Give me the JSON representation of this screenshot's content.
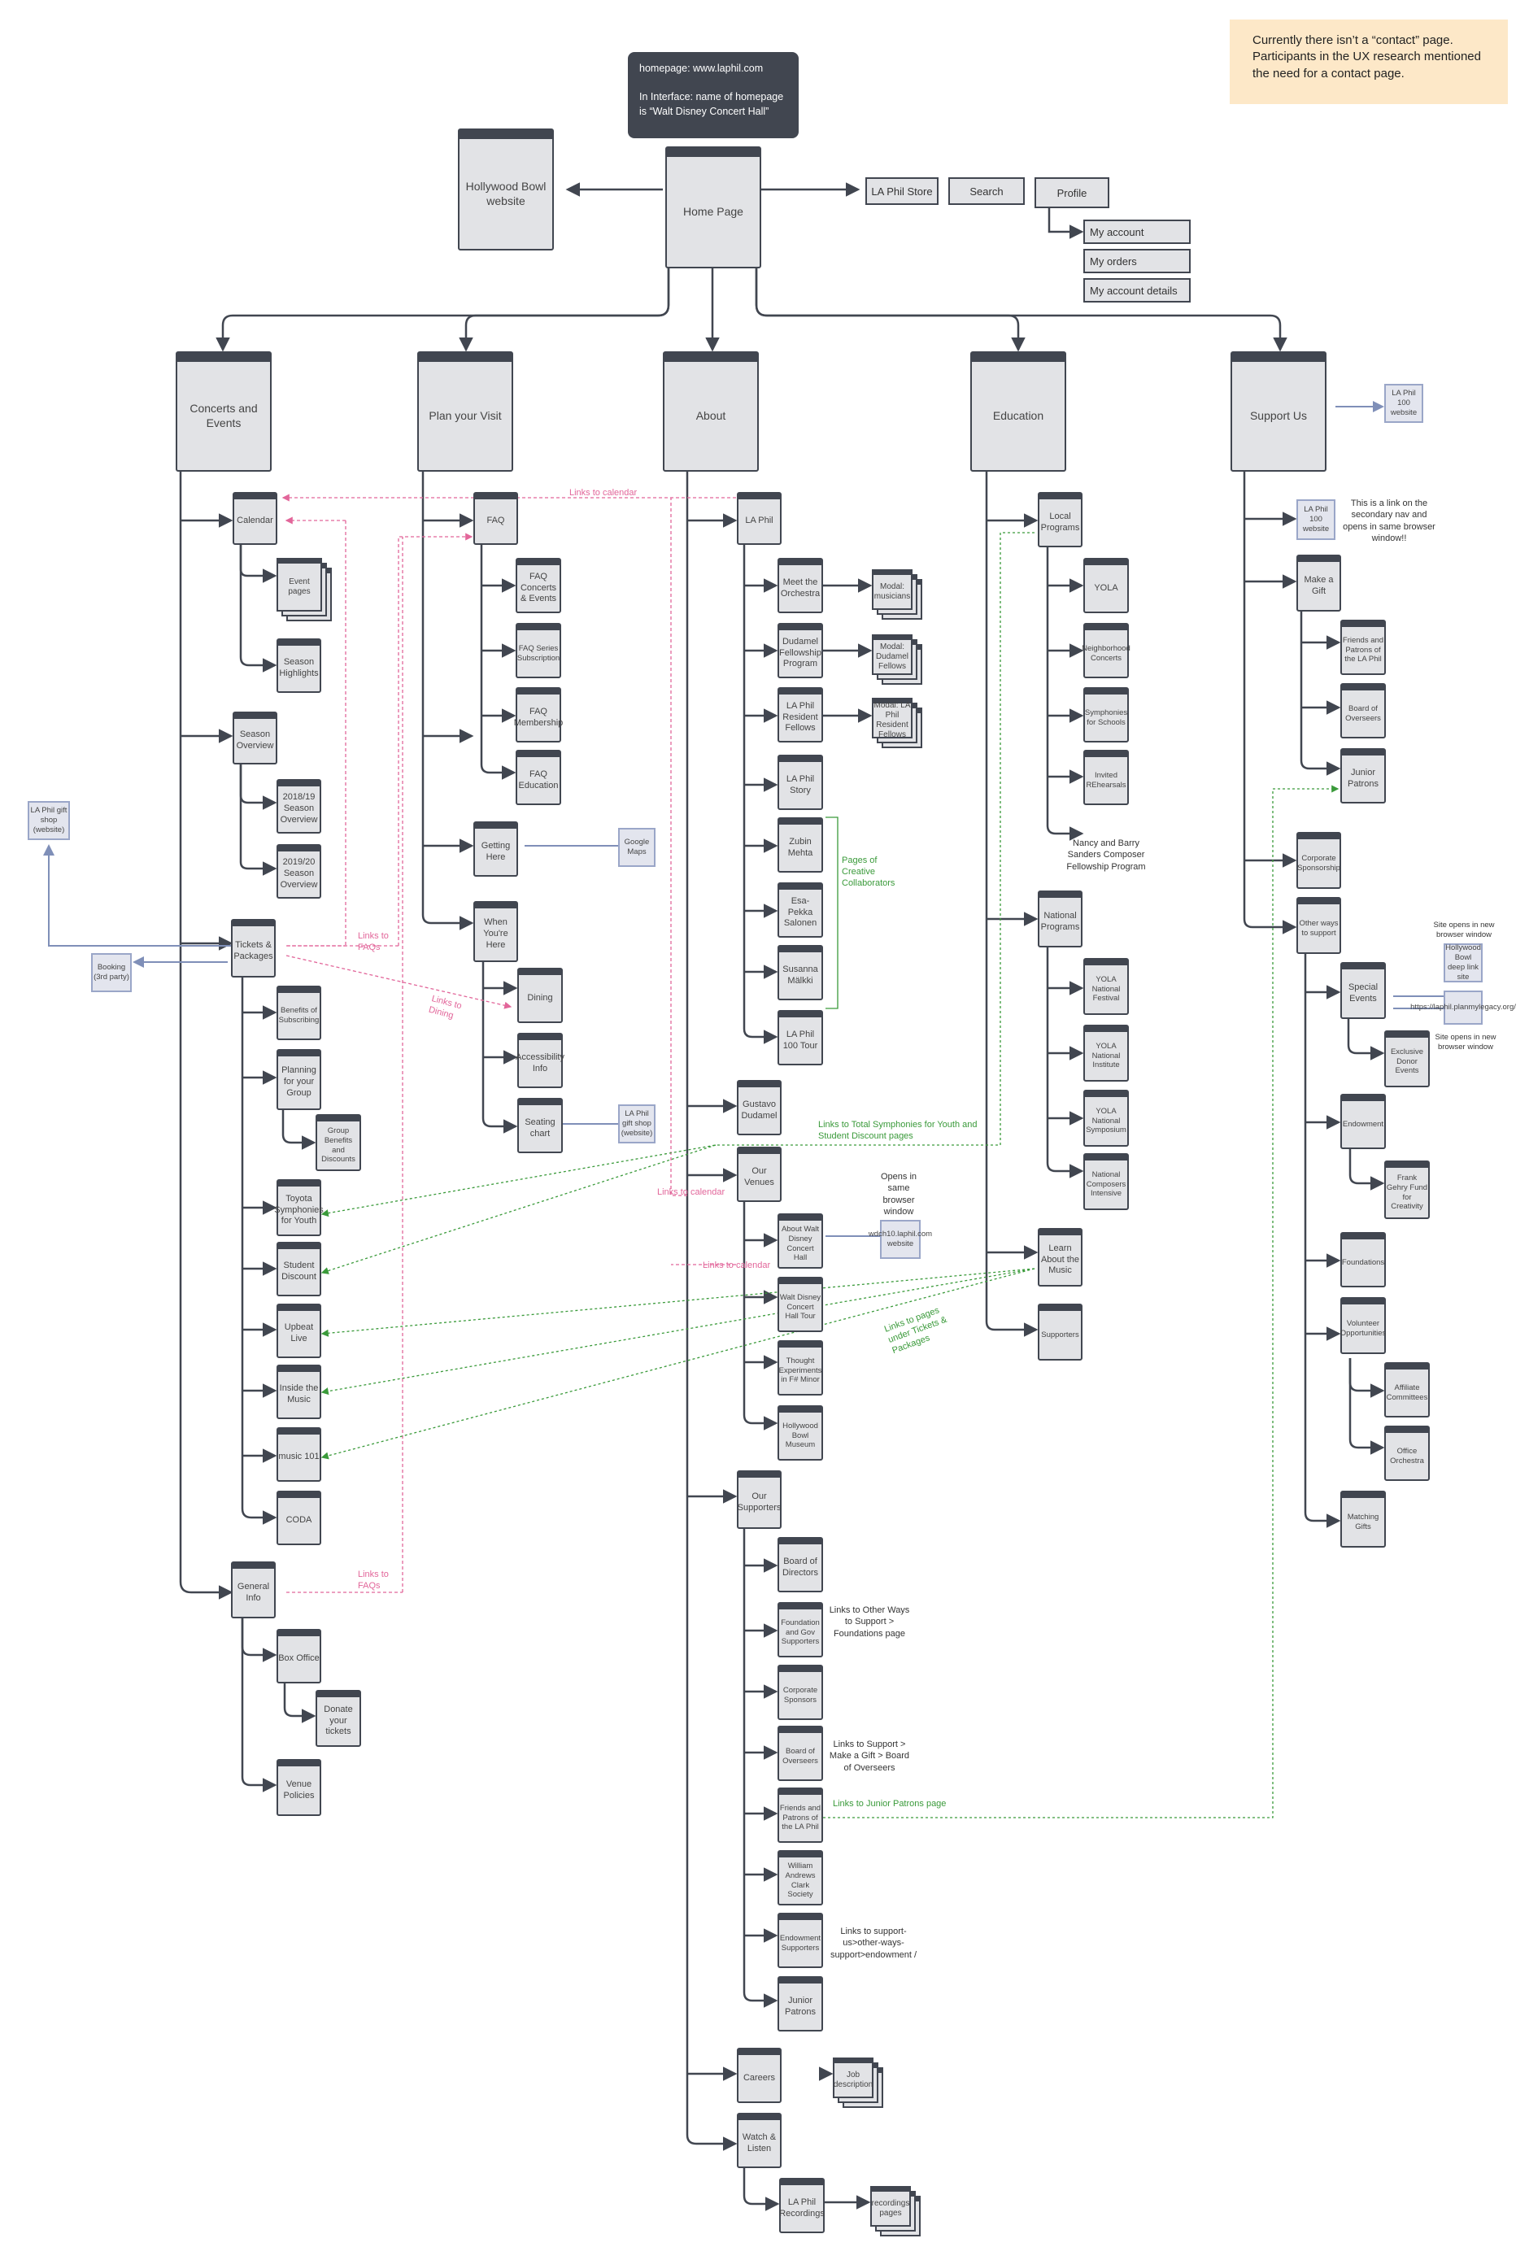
{
  "notes": {
    "homepage": "homepage: www.laphil.com\n\nIn Interface: name of homepage is “Walt Disney Concert Hall”",
    "contact": "Currently there isn’t a “contact” page. Participants in the UX research mentioned the need for a contact page."
  },
  "top": {
    "home": "Home Page",
    "hollywood": "Hollywood Bowl website",
    "store": "LA Phil Store",
    "search": "Search",
    "profile": "Profile",
    "account": "My account",
    "orders": "My orders",
    "details": "My account details"
  },
  "sections": {
    "concerts": "Concerts and Events",
    "plan": "Plan your Visit",
    "about": "About",
    "education": "Education",
    "support": "Support Us"
  },
  "concerts": {
    "calendar": "Calendar",
    "event_pages": "Event pages",
    "season_highlights": "Season Highlights",
    "season_overview": "Season Overview",
    "so_2018": "2018/19 Season Overview",
    "so_2019": "2019/20 Season Overview",
    "tickets": "Tickets & Packages",
    "benefits": "Benefits of Subscribing",
    "planning": "Planning for your Group",
    "group_benefits": "Group Benefits and Discounts",
    "toyota": "Toyota Symphonies for Youth",
    "student": "Student Discount",
    "upbeat": "Upbeat Live",
    "inside": "Inside the Music",
    "music101": "music 101",
    "coda": "CODA",
    "general": "General Info",
    "box_office": "Box Office",
    "donate": "Donate your tickets",
    "venue": "Venue Policies",
    "gift_shop": "LA Phil gift shop (website)",
    "booking": "Booking (3rd party)"
  },
  "plan": {
    "faq": "FAQ",
    "faq_concerts": "FAQ Concerts & Events",
    "faq_series": "FAQ Series Subscription",
    "faq_membership": "FAQ Membership",
    "faq_education": "FAQ Education",
    "getting_here": "Getting Here",
    "google_maps": "Google Maps",
    "when_here": "When You're Here",
    "dining": "Dining",
    "accessibility": "Accessibility Info",
    "seating": "Seating chart",
    "gift_shop": "LA Phil gift shop (website)"
  },
  "about": {
    "la_phil": "LA Phil",
    "meet": "Meet the Orchestra",
    "modal_musicians": "Modal: musicians",
    "dudamel_fellow": "Dudamel Fellowship Program",
    "modal_dudamel": "Modal: Dudamel Fellows",
    "resident": "LA Phil Resident Fellows",
    "modal_resident": "Modal: LA Phil Resident Fellows",
    "story": "LA Phil Story",
    "zubin": "Zubin Mehta",
    "esa": "Esa-Pekka Salonen",
    "susanna": "Susanna Mälkki",
    "tour": "LA Phil 100 Tour",
    "gustavo": "Gustavo Dudamel",
    "venues": "Our Venues",
    "about_wdch": "About Walt Disney Concert Hall",
    "wdch_tour": "Walt Disney Concert Hall Tour",
    "thought": "Thought Experiments in F# Minor",
    "hb_museum": "Hollywood Bowl Museum",
    "wdch_site": "wdch10.laphil.com website",
    "supporters": "Our Supporters",
    "board_directors": "Board of Directors",
    "foundation": "Foundation and Gov Supporters",
    "corporate": "Corporate Sponsors",
    "board_overseers": "Board of Overseers",
    "friends": "Friends and Patrons of the LA Phil",
    "william": "William Andrews Clark Society",
    "endowment": "Endowment Supporters",
    "junior": "Junior Patrons",
    "careers": "Careers",
    "job": "Job description",
    "watch": "Watch & Listen",
    "recordings": "LA Phil Recordings",
    "rec_pages": "recordings pages"
  },
  "education": {
    "local": "Local Programs",
    "yola": "YOLA",
    "neighborhood": "Neighborhood Concerts",
    "symphonies": "Symphonies for Schools",
    "invited": "Invited REhearsals",
    "nancy": "Nancy and Barry Sanders Composer Fellowship Program",
    "national": "National Programs",
    "yola_festival": "YOLA National Festival",
    "yola_institute": "YOLA National Institute",
    "yola_symposium": "YOLA National Symposium",
    "composer": "National Composers Intensive",
    "learn": "Learn About the Music",
    "supporters": "Supporters"
  },
  "support": {
    "la100_top": "LA Phil 100 website",
    "la100": "LA Phil 100 website",
    "make_gift": "Make a Gift",
    "friends": "Friends and Patrons of the LA Phil",
    "board": "Board of Overseers",
    "junior": "Junior Patrons",
    "corporate": "Corporate Sponsorship",
    "other": "Other ways to support",
    "special": "Special Events",
    "exclusive": "Exclusive Donor Events",
    "endowment": "Endowment",
    "gehry": "Frank Gehry Fund for Creativity",
    "foundations": "Foundations",
    "volunteer": "Volunteer Opportunities",
    "affiliate": "Affiliate Committees",
    "office": "Office Orchestra",
    "matching": "Matching Gifts",
    "hb_deep": "Hollywood Bowl deep link site",
    "legacy": "https://laphil.planmylegacy.org/"
  },
  "annotations": {
    "la100_note": "This is a link on the secondary nav and opens in same browser window!!",
    "opens_same": "Opens in same browser window",
    "site_opens_1": "Site opens in new browser window",
    "site_opens_2": "Site opens in new browser window",
    "links_foundations": "Links to Other Ways to Support > Foundations page",
    "links_overseers": "Links to Support > Make a Gift > Board of Overseers",
    "links_endowment": "Links to support-us>other-ways-support>endowment /",
    "links_calendar_1": "Links to calendar",
    "links_calendar_2": "Links to calendar",
    "links_calendar_3": "Links to calendar",
    "links_faqs_1": "Links to FAQs",
    "links_faqs_2": "Links to FAQs",
    "links_dining": "Links to Dining",
    "links_total": "Links to Total Symphonies for Youth and Student Discount pages",
    "links_tickets": "Links to pages under Tickets & Packages",
    "links_junior": "Links to Junior Patrons page",
    "pages_creative": "Pages of Creative Collaborators"
  },
  "colors": {
    "node_fill": "#e2e3e6",
    "node_border": "#414650",
    "pink": "#e2669a",
    "green": "#3a9a3a",
    "external": "#9aa6c8",
    "note_bg": "#fde8c8"
  }
}
